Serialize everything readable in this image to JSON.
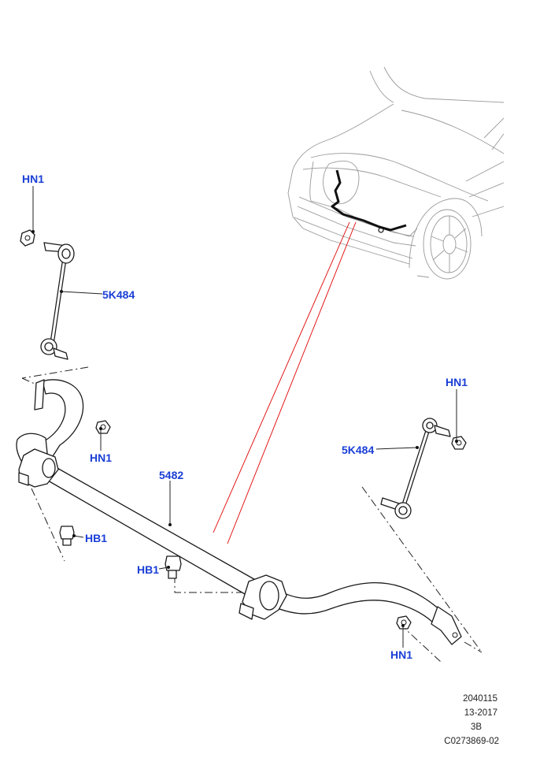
{
  "callouts": {
    "hn1_left": "HN1",
    "link_left": "5K484",
    "hn1_bar": "HN1",
    "bar": "5482",
    "hb1_left": "HB1",
    "hb1_center": "HB1",
    "hn1_right": "HN1",
    "link_right": "5K484",
    "hn1_bottom": "HN1"
  },
  "reference": {
    "line1": "2040115",
    "line2": "13-2017",
    "line3": "3B",
    "line4": "C0273869-02"
  },
  "colors": {
    "callout_text": "#1a3fd6",
    "leader_line": "#e00000",
    "part_outline": "#1a1a1a",
    "vehicle_outline": "#9a9a9a"
  }
}
